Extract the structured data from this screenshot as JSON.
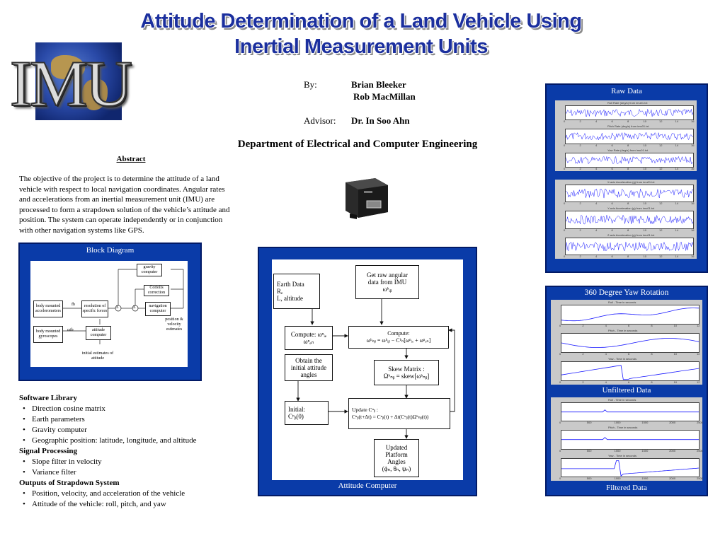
{
  "title_line1": "Attitude Determination of a Land Vehicle Using",
  "title_line2": "Inertial Measurement Units",
  "logo_text": "IMU",
  "authors": {
    "by_label": "By:",
    "name1": "Brian Bleeker",
    "name2": "Rob MacMillan",
    "advisor_label": "Advisor:",
    "advisor": "Dr. In Soo Ahn"
  },
  "department": "Department of Electrical and Computer Engineering",
  "abstract": {
    "heading": "Abstract",
    "lines": [
      "The objective of the project is to determine the attitude of a land",
      "vehicle with respect to local navigation coordinates.  Angular rates",
      "and accelerations from an inertial measurement unit (IMU) are",
      "processed to form a strapdown solution of the vehicle’s attitude and",
      "position.  The system can operate independently or in conjunction",
      "with other navigation systems like GPS."
    ]
  },
  "block_diagram": {
    "title": "Block Diagram",
    "boxes": {
      "gravity": "gravity computer",
      "coriolis": "Coriolis correction",
      "nav": "navigation computer",
      "pos": "position & velocity estimates",
      "accel": "body mounted accelerometers",
      "resolution": "resolution of specific forces",
      "gyro": "body mounted gyroscopes",
      "attitude": "attitude computer",
      "initial": "initial estimates of attitude"
    },
    "labels": {
      "fb": "fb",
      "wib": "ωib",
      "sum": "Σ"
    }
  },
  "software": {
    "sections": [
      {
        "heading": "Software Library",
        "items": [
          "Direction cosine matrix",
          "Earth parameters",
          "Gravity computer",
          "Geographic position: latitude, longitude, and altitude"
        ]
      },
      {
        "heading": "Signal Processing",
        "items": [
          "Slope filter in velocity",
          "Variance filter"
        ]
      },
      {
        "heading": "Outputs of Strapdown System",
        "items": [
          "Position, velocity, and acceleration of the vehicle",
          "Attitude of the vehicle: roll, pitch, and yaw"
        ]
      }
    ]
  },
  "attitude_computer": {
    "title": "Attitude Computer",
    "earth": {
      "l1": "Earth Data",
      "l2": "Rₑ",
      "l3": "L, altitude"
    },
    "get_raw": {
      "l1": "Get raw angular",
      "l2": "data from IMU",
      "l3": "ωᵇᵢᵦ"
    },
    "compute_left": {
      "l1": "Compute: ωⁿᵢₑ",
      "l2": "ωⁿₑₙ"
    },
    "compute_right": {
      "l1": "Compute:",
      "l2": "ωᵇₙᵦ = ωᵇᵢᵦ − Cᵇₙ[ωⁿᵢₑ + ωⁿₑₙ]"
    },
    "obtain": {
      "l1": "Obtain the",
      "l2": "initial attitude",
      "l3": "angles"
    },
    "skew": {
      "l1": "Skew Matrix :",
      "l2": "Ωᵇₙᵦ = skew[ωᵇₙᵦ]"
    },
    "initial": {
      "l1": "Initial:",
      "l2": "Cⁿᵦ(0)"
    },
    "update": {
      "l1": "Update Cⁿᵦ :",
      "l2": "Cⁿᵦ(t+Δt) = Cⁿᵦ(t) + Δt(Cⁿᵦ(t)Ωᵇₙᵦ(t))"
    },
    "updated": {
      "l1": "Updated",
      "l2": "Platform",
      "l3": "Angles",
      "l4": "(ϕₙ, θₙ, ψₙ)"
    }
  },
  "raw_data": {
    "title": "Raw Data",
    "plot_titles": [
      "Roll Rate (deg/s) from imu01.txt",
      "Pitch Rate (deg/s) from imu01.txt",
      "Yaw Rate (deg/s) from imu01.txt",
      "X-axis Acceleration (g) from imu01.txt",
      "Y-axis Acceleration (g) from imu01.txt",
      "Z-axis Acceleration (g) from imu01.txt"
    ],
    "x_ticks": [
      "0",
      "2",
      "4",
      "6",
      "8",
      "10",
      "12",
      "14",
      "16"
    ]
  },
  "yaw_rotation": {
    "title": "360 Degree Yaw Rotation",
    "plot_titles": [
      "Roll - Time in seconds",
      "Pitch - Time in seconds",
      "Yaw - Time in seconds"
    ],
    "x_ticks": [
      "0",
      "2",
      "4",
      "6",
      "8",
      "10",
      "12"
    ]
  },
  "unfiltered": {
    "title": "Unfiltered Data",
    "plot_titles": [
      "Roll - Time in seconds",
      "Pitch - Time in seconds",
      "Yaw - Time in seconds"
    ],
    "x_ticks": [
      "0",
      "500",
      "1000",
      "1500",
      "2000",
      "2500"
    ]
  },
  "filtered_title": "Filtered Data",
  "colors": {
    "panel_blue": "#0a3ba8",
    "title_blue": "#1b2f9e",
    "plot_line": "#1a1aff"
  }
}
